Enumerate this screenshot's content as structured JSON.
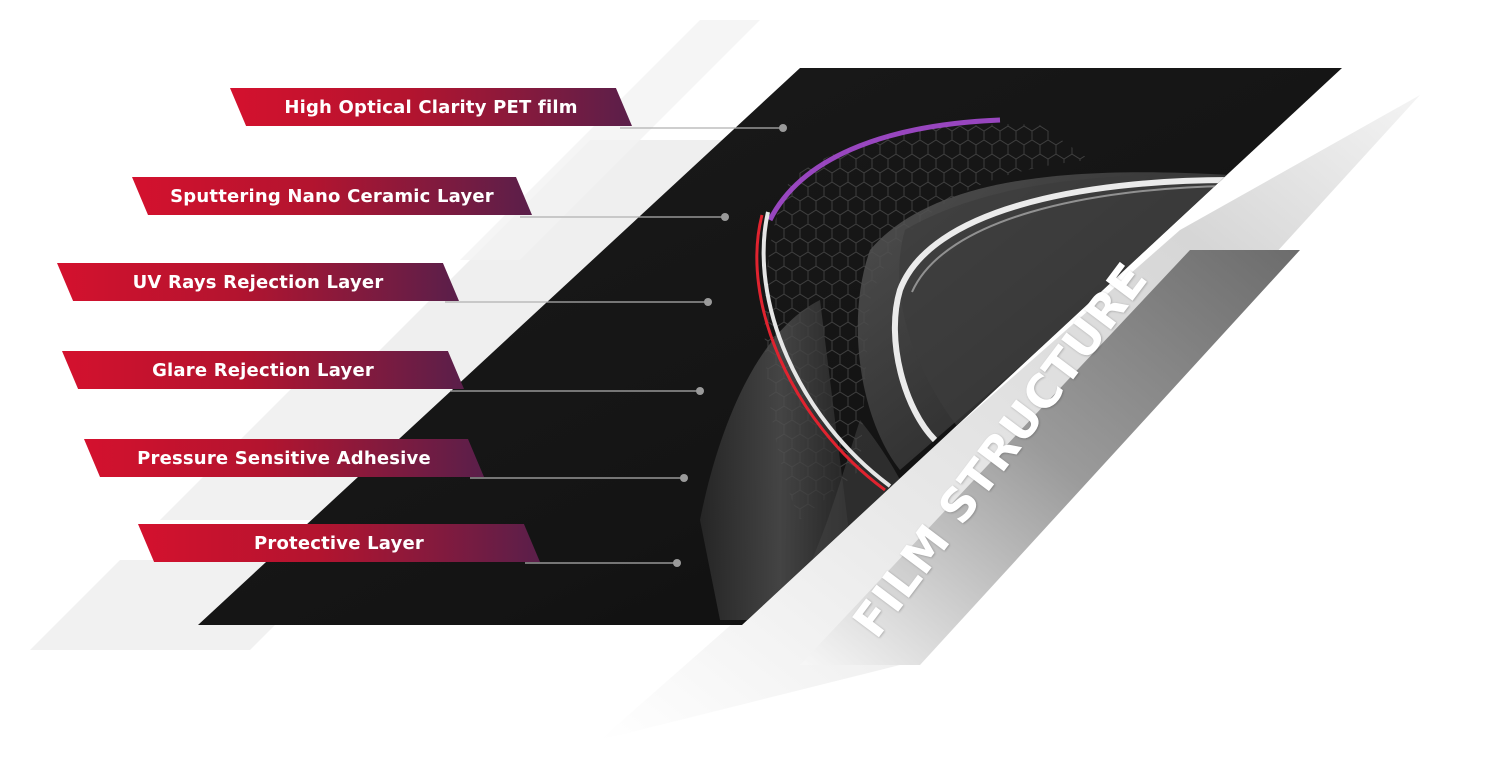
{
  "title": "FILM STRUCTURE",
  "layers": [
    {
      "label": "High Optical Clarity PET film"
    },
    {
      "label": "Sputtering Nano Ceramic Layer"
    },
    {
      "label": "UV Rays Rejection Layer"
    },
    {
      "label": "Glare Rejection Layer"
    },
    {
      "label": "Pressure Sensitive Adhesive"
    },
    {
      "label": "Protective Layer"
    }
  ],
  "colors": {
    "label_gradient_start": "#d4112e",
    "label_gradient_end": "#5a1f4a",
    "panel": "#1a1a1a",
    "accent_stripe": "#e0232f",
    "purple_stripe": "#a64bd2"
  }
}
